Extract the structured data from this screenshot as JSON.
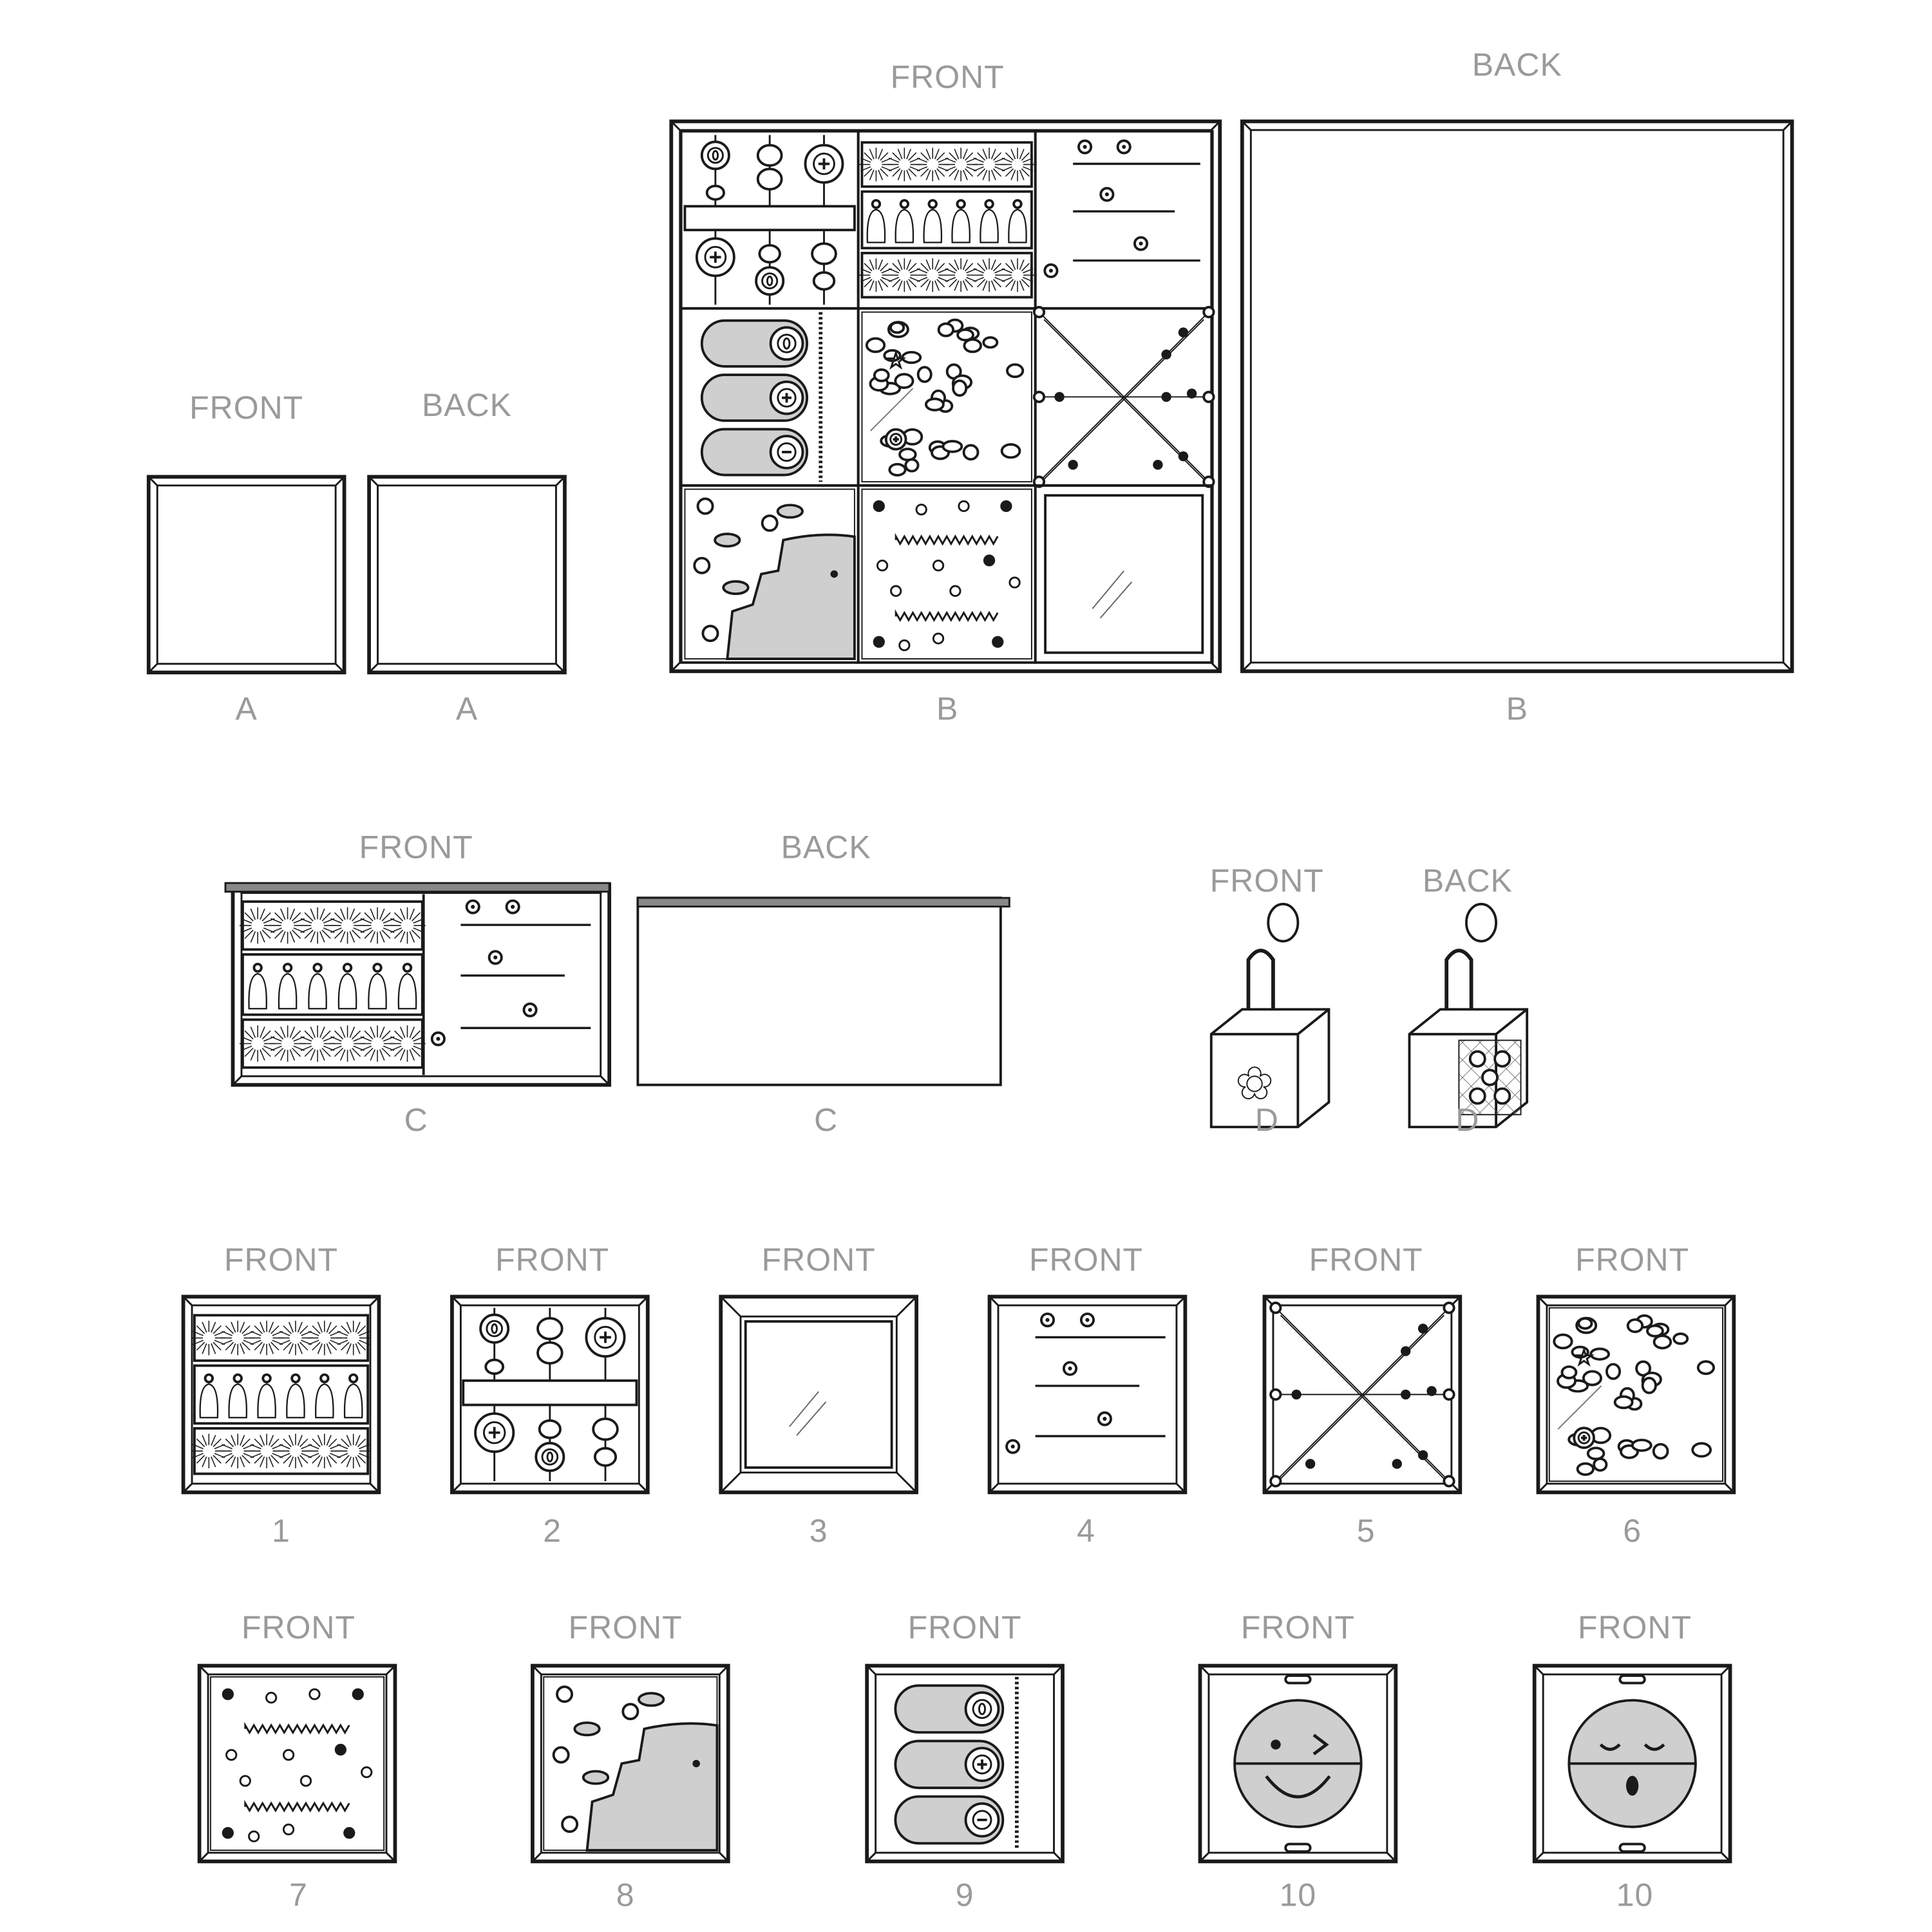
{
  "views": {
    "a_front": {
      "side": "FRONT",
      "letter": "A"
    },
    "a_back": {
      "side": "BACK",
      "letter": "A"
    },
    "b_front": {
      "side": "FRONT",
      "letter": "B"
    },
    "b_back": {
      "side": "BACK",
      "letter": "B"
    },
    "c_front": {
      "side": "FRONT",
      "letter": "C"
    },
    "c_back": {
      "side": "BACK",
      "letter": "C"
    },
    "d_front": {
      "side": "FRONT",
      "letter": "D"
    },
    "d_back": {
      "side": "BACK",
      "letter": "D"
    }
  },
  "panels": [
    {
      "side": "FRONT",
      "number": "1",
      "icon": "sunburst-tassel-panel"
    },
    {
      "side": "FRONT",
      "number": "2",
      "icon": "abacus-button-panel"
    },
    {
      "side": "FRONT",
      "number": "3",
      "icon": "mirror-panel"
    },
    {
      "side": "FRONT",
      "number": "4",
      "icon": "snap-strap-panel"
    },
    {
      "side": "FRONT",
      "number": "5",
      "icon": "cross-cord-panel"
    },
    {
      "side": "FRONT",
      "number": "6",
      "icon": "bead-pocket-panel"
    },
    {
      "side": "FRONT",
      "number": "7",
      "icon": "zipper-dot-panel"
    },
    {
      "side": "FRONT",
      "number": "8",
      "icon": "fish-net-panel"
    },
    {
      "side": "FRONT",
      "number": "9",
      "icon": "battery-zip-panel"
    },
    {
      "side": "FRONT",
      "number": "10",
      "icon": "wink-face-panel"
    },
    {
      "side": "FRONT",
      "number": "10",
      "icon": "sleepy-face-panel"
    }
  ],
  "colors": {
    "line": "#1a1a1a",
    "label": "#9a9a9a",
    "fill_gray": "#cfcfcf"
  }
}
